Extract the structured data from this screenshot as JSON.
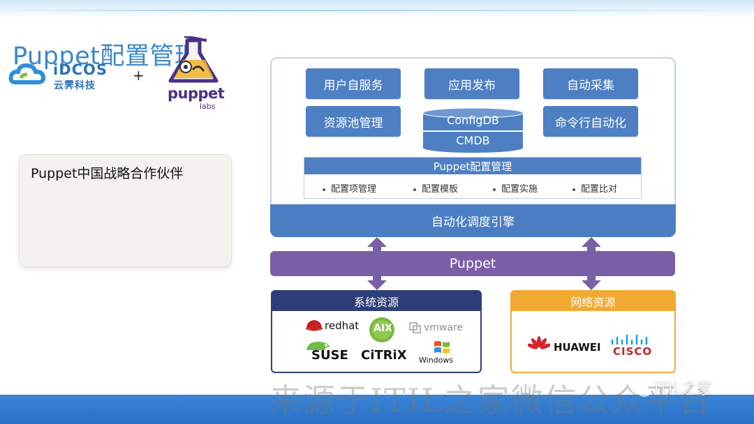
{
  "title": "Puppet配置管理",
  "partner": {
    "title": "Puppet中国战略合作伙伴",
    "idcos_name": "iDCOS",
    "idcos_cn": "云霁科技",
    "plus": "+",
    "puppet_name": "puppet",
    "puppet_sub": "labs"
  },
  "services": {
    "self_service": "用户自服务",
    "app_release": "应用发布",
    "auto_collect": "自动采集",
    "resource_pool": "资源池管理",
    "cli_automation": "命令行自动化",
    "configdb": "ConfigDB",
    "cmdb": "CMDB"
  },
  "config_panel": {
    "title": "Puppet配置管理",
    "items": [
      "配置项管理",
      "配置模板",
      "配置实施",
      "配置比对"
    ]
  },
  "engine": "自动化调度引擎",
  "puppet_bar": "Puppet",
  "system_resources": {
    "title": "系统资源",
    "logos": [
      "redhat",
      "AIX",
      "vmware",
      "SUSE",
      "CiTRiX",
      "Windows"
    ]
  },
  "network_resources": {
    "title": "网络资源",
    "logos": [
      "HUAWEI",
      "CISCO"
    ]
  },
  "watermark": "来源于ITIL之家微信公众平台",
  "watermark_badge": "ITIL之家",
  "colors": {
    "blue_box": "#4e7fc3",
    "purple_bar": "#7a5fa6",
    "system_navy": "#2e3e78",
    "network_orange": "#f2a932",
    "title_blue": "#3d87cc"
  }
}
